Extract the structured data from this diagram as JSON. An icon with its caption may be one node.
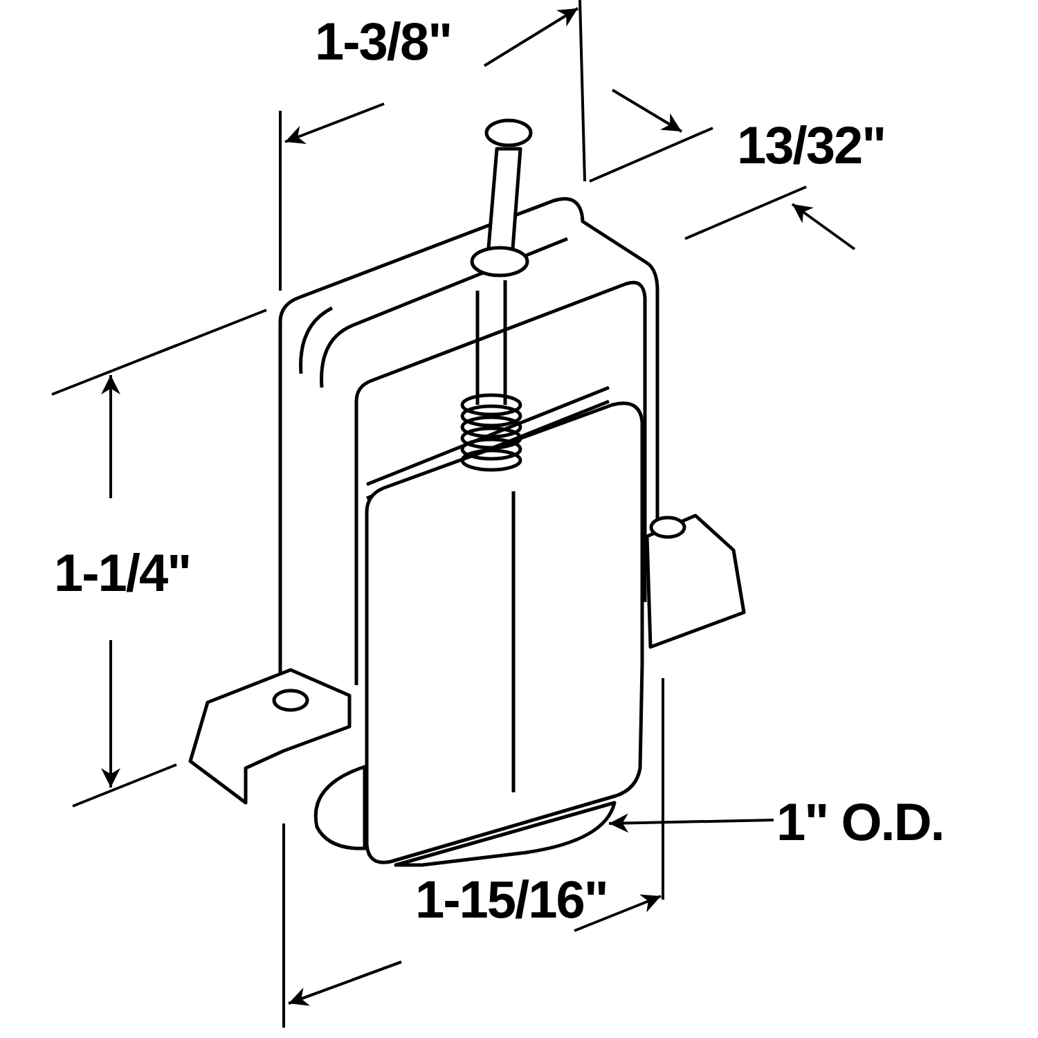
{
  "diagram": {
    "nodes": [
      {
        "text": [
          "1\" O.D."
        ]
      },
      {
        "text": [],
        "shape": "picture"
      }
    ],
    "edges": [
      {
        "from": 0,
        "to": 1,
        "arrow": "to"
      }
    ],
    "labels": [
      "1-3/8\"",
      "13/32\"",
      "1-1/4\"",
      "1-15/16\""
    ]
  }
}
